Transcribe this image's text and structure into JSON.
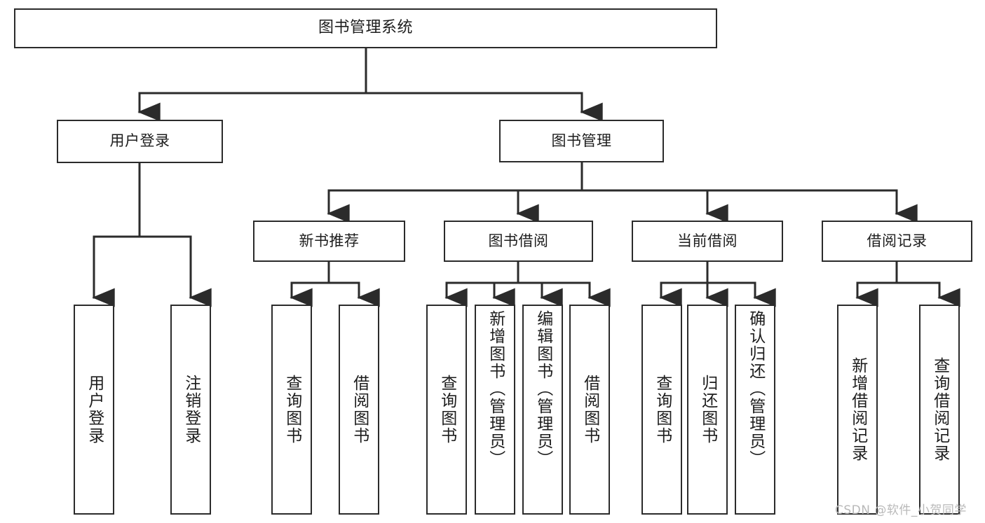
{
  "diagram": {
    "title": "图书管理系统",
    "type": "tree",
    "root": {
      "label": "图书管理系统"
    },
    "level2": [
      {
        "label": "用户登录"
      },
      {
        "label": "图书管理"
      }
    ],
    "level3": [
      {
        "label": "新书推荐"
      },
      {
        "label": "图书借阅"
      },
      {
        "label": "当前借阅"
      },
      {
        "label": "借阅记录"
      }
    ],
    "leaves": {
      "user_login": [
        {
          "label": "用户登录"
        },
        {
          "label": "注销登录"
        }
      ],
      "new_book_recommend": [
        {
          "label": "查询图书"
        },
        {
          "label": "借阅图书"
        }
      ],
      "book_borrow": [
        {
          "label": "查询图书"
        },
        {
          "label": "新增图书（管理员）"
        },
        {
          "label": "编辑图书（管理员）"
        },
        {
          "label": "借阅图书"
        }
      ],
      "current_borrow": [
        {
          "label": "查询图书"
        },
        {
          "label": "归还图书"
        },
        {
          "label": "确认归还（管理员）"
        }
      ],
      "borrow_record": [
        {
          "label": "新增借阅记录"
        },
        {
          "label": "查询借阅记录"
        }
      ]
    }
  },
  "watermark": {
    "text": "CSDN @软件_小贺同学"
  },
  "colors": {
    "stroke": "#2b2b2b",
    "background": "#ffffff",
    "text": "#1d1d1d",
    "watermark": "#b9b9b9"
  }
}
